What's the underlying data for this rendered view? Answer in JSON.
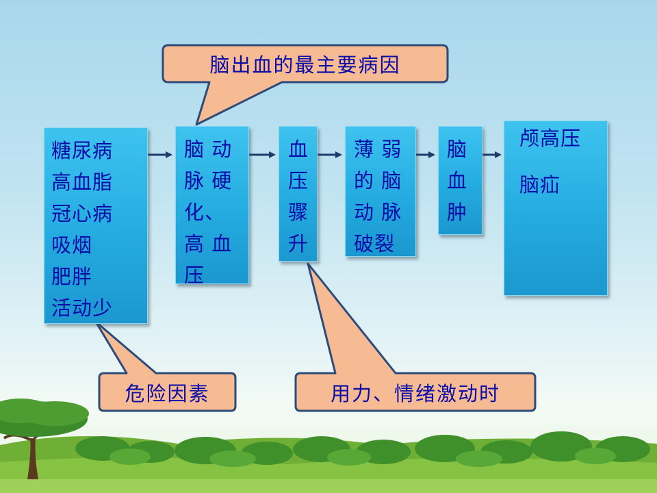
{
  "callouts": {
    "top": "脑出血的最主要病因",
    "bottom_left": "危险因素",
    "bottom_right": "用力、情绪激动时"
  },
  "boxes": {
    "risk_factors": [
      "糖尿病",
      "高血脂",
      "冠心病",
      "吸烟",
      "肥胖",
      "活动少"
    ],
    "atherosclerosis": [
      "脑 动",
      "脉 硬",
      "化、",
      "高 血",
      "压"
    ],
    "bp_surge": [
      "血",
      "压",
      "骤",
      "升"
    ],
    "weak_vessel": [
      "薄 弱",
      "的 脑",
      "动 脉",
      "破裂"
    ],
    "hematoma": [
      "脑",
      "血",
      "肿"
    ],
    "outcomes": [
      "颅高压",
      "脑疝"
    ]
  },
  "colors": {
    "box_fill": "#24abe0",
    "callout_fill": "#f6bb93",
    "callout_border": "#2c4a7a",
    "text": "#0b0ba8"
  }
}
